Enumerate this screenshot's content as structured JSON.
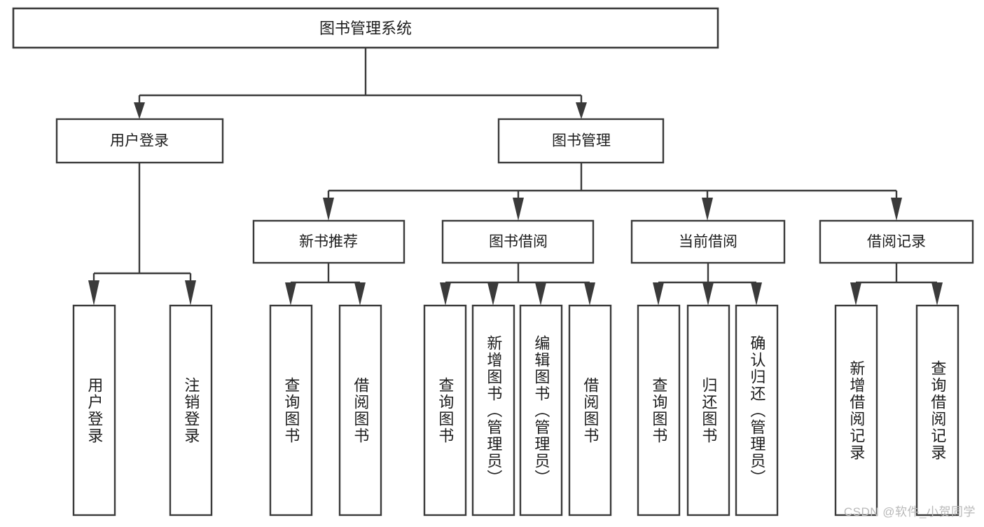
{
  "diagram": {
    "title": "图书管理系统",
    "type": "hierarchy-tree",
    "orientation": "top-down",
    "colors": {
      "stroke": "#3a3a3a",
      "fill": "#ffffff",
      "text": "#1d1d1d",
      "watermark": "#b9b9b9",
      "background": "#ffffff"
    },
    "root": {
      "label": "图书管理系统"
    },
    "level2": [
      {
        "label": "用户登录"
      },
      {
        "label": "图书管理"
      }
    ],
    "level3": [
      {
        "label": "新书推荐"
      },
      {
        "label": "图书借阅"
      },
      {
        "label": "当前借阅"
      },
      {
        "label": "借阅记录"
      }
    ],
    "leaves": {
      "user_login": [
        {
          "label": "用户登录"
        },
        {
          "label": "注销登录"
        }
      ],
      "new_book_recommend": [
        {
          "label": "查询图书"
        },
        {
          "label": "借阅图书"
        }
      ],
      "book_borrow": [
        {
          "label": "查询图书"
        },
        {
          "label": "新增图书（管理员）"
        },
        {
          "label": "编辑图书（管理员）"
        },
        {
          "label": "借阅图书"
        }
      ],
      "current_borrow": [
        {
          "label": "查询图书"
        },
        {
          "label": "归还图书"
        },
        {
          "label": "确认归还（管理员）"
        }
      ],
      "borrow_record": [
        {
          "label": "新增借阅记录"
        },
        {
          "label": "查询借阅记录"
        }
      ]
    }
  },
  "watermark": {
    "text": "CSDN @软件_小贺同学"
  }
}
